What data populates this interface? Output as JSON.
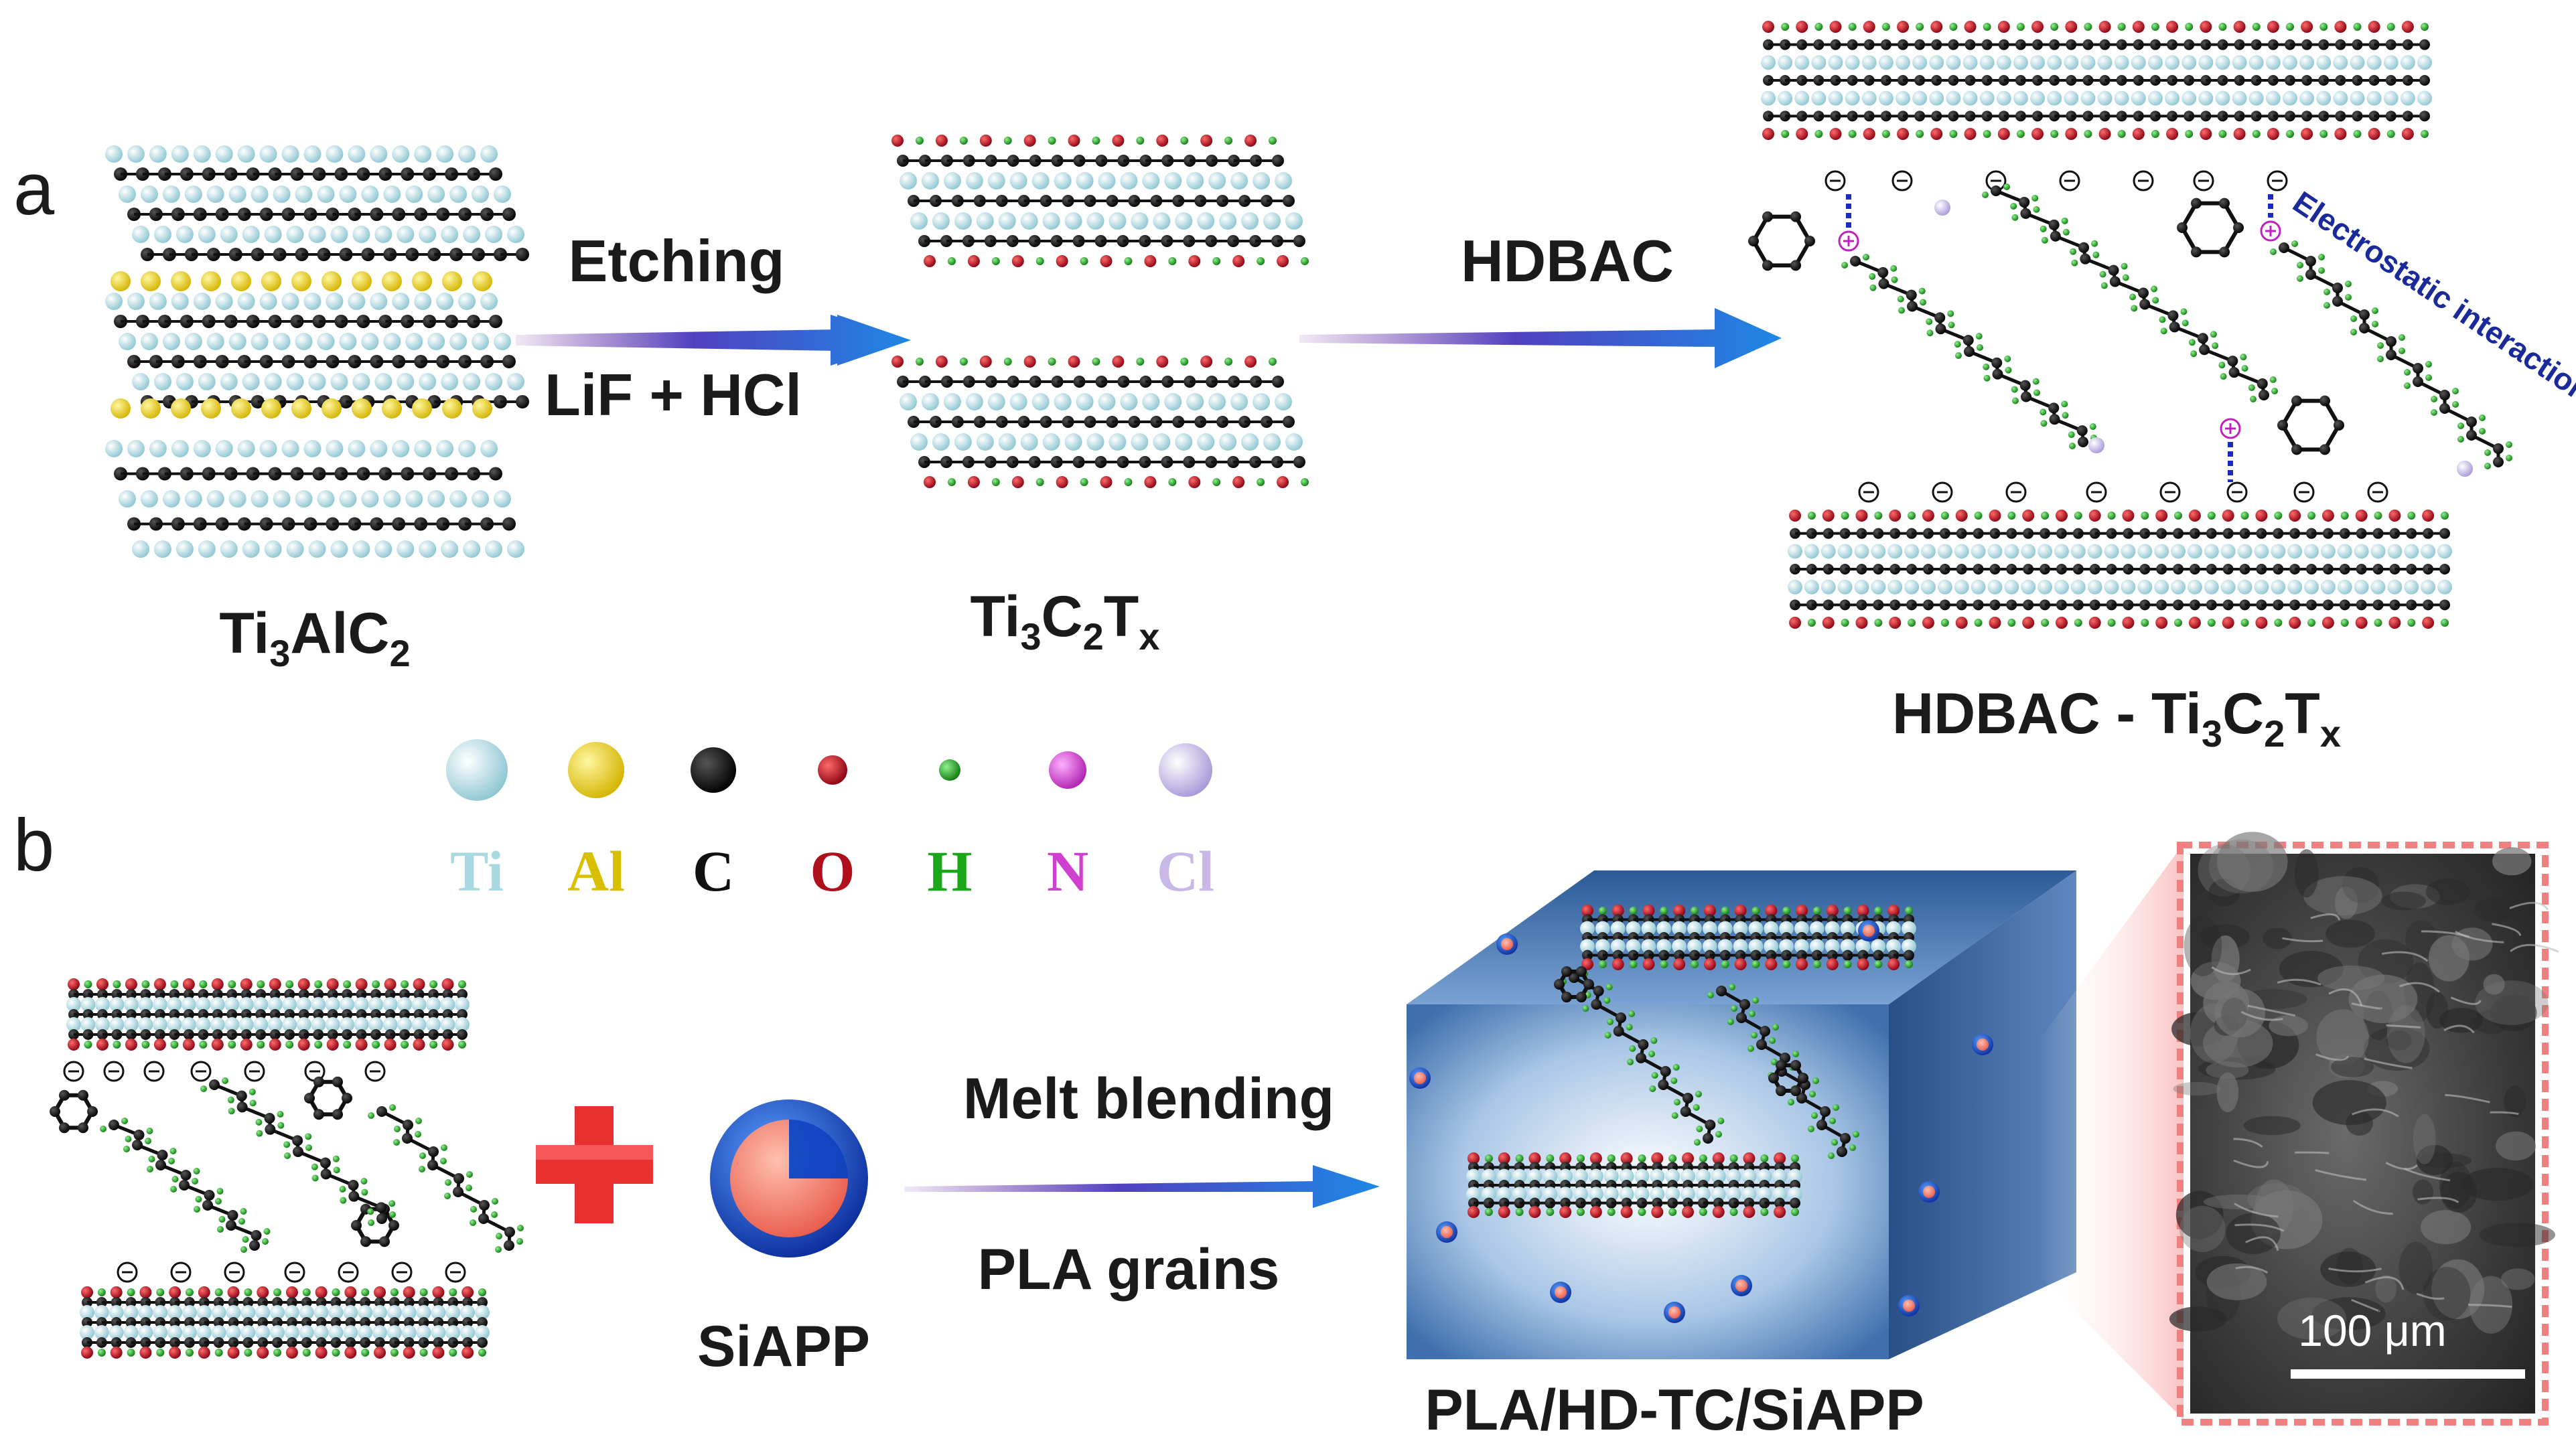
{
  "panel_a": {
    "label": "a",
    "mxene_precursor": {
      "name_main": "Ti",
      "sub1": "3",
      "mid": "AlC",
      "sub2": "2"
    },
    "step1": {
      "top": "Etching",
      "bottom": "LiF + HCl"
    },
    "mxene": {
      "a": "Ti",
      "s1": "3",
      "b": "C",
      "s2": "2",
      "c": "T",
      "s3": "x"
    },
    "step2": {
      "top": "HDBAC"
    },
    "product": {
      "prefix": "HDBAC - Ti",
      "s1": "3",
      "b": "C",
      "s2": "2",
      "c": "T",
      "s3": "x"
    },
    "annotation": "Electrostatic interaction",
    "charges": {
      "negative": "⊖",
      "positive": "⊕"
    }
  },
  "legend": [
    {
      "symbol": "Ti",
      "color": "#a8d8e0"
    },
    {
      "symbol": "Al",
      "color": "#d8c000"
    },
    {
      "symbol": "C",
      "color": "#111111"
    },
    {
      "symbol": "O",
      "color": "#b0101c"
    },
    {
      "symbol": "H",
      "color": "#1aa81a"
    },
    {
      "symbol": "N",
      "color": "#d040d0"
    },
    {
      "symbol": "Cl",
      "color": "#c8b8e8"
    }
  ],
  "panel_b": {
    "label": "b",
    "additive": "SiAPP",
    "process": {
      "top": "Melt blending",
      "bottom": "PLA grains"
    },
    "composite": "PLA/HD-TC/SiAPP",
    "sem_scale": "100 μm"
  },
  "colors": {
    "arrow_start": "#7030a0",
    "arrow_end": "#1e88e5",
    "cube": "#3a6fb0",
    "plus": "#e83030",
    "sem_border": "#f08080"
  }
}
